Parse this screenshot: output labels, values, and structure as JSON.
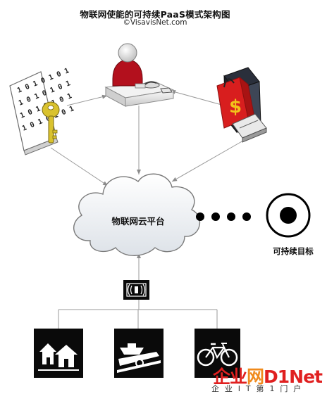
{
  "header": {
    "title": "物联网使能的可持续PaaS模式架构图",
    "subtitle": "©VisavisNet.com"
  },
  "nodes": {
    "cloud_label": "物联网云平台",
    "goal_label": "可持续目标",
    "data_doc_text": "1 0 1 0 1 0 1",
    "price_tag": "$"
  },
  "icons": {
    "user": "user-at-desk-icon",
    "key_doc": "binary-document-key-icon",
    "shopping": "shopping-bags-icon",
    "cloud": "cloud-icon",
    "target": "target-circle-icon",
    "sensor": "wireless-sensor-icon",
    "houses": "houses-icon",
    "boat": "boat-trailer-icon",
    "bicycle": "bicycle-icon"
  },
  "watermark": {
    "brand_part1": "企业",
    "brand_part2": "网",
    "brand_part3": "D1Net",
    "tagline": "企 业 I T 第 1 门 户"
  },
  "colors": {
    "arrow": "#9a9a9a",
    "dark_icon_bg": "#0a0a0a",
    "user_red": "#b3101d",
    "bag_red": "#d81e1e",
    "key_yellow": "#d9c22e"
  }
}
